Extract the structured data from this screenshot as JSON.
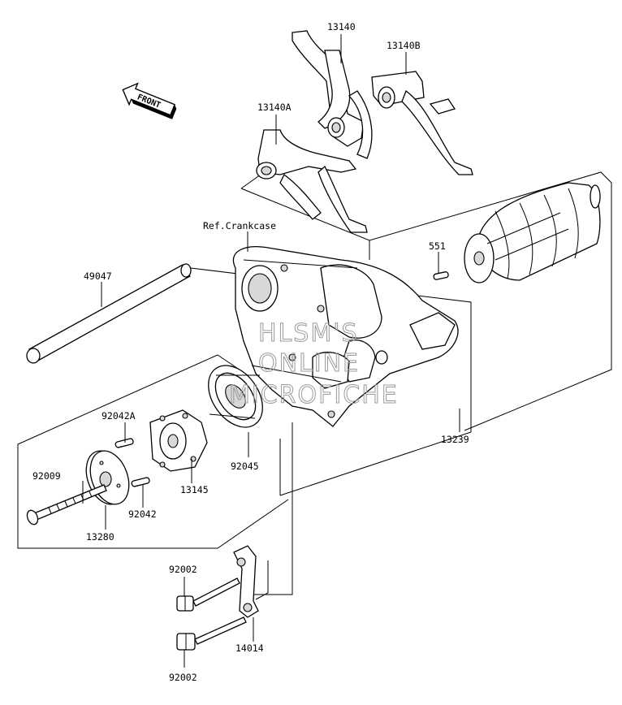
{
  "front_badge": {
    "text": "FRONT"
  },
  "reference": {
    "crankcase": "Ref.Crankcase"
  },
  "labels": {
    "p13140": "13140",
    "p13140B": "13140B",
    "p13140A": "13140A",
    "p551": "551",
    "p49047": "49047",
    "p92042A": "92042A",
    "p92009": "92009",
    "p92045": "92045",
    "p13239": "13239",
    "p13145": "13145",
    "p92042": "92042",
    "p13280": "13280",
    "p92002_top": "92002",
    "p14014": "14014",
    "p92002_bottom": "92002"
  },
  "watermark": {
    "line1": "HLSM'S",
    "line2": "ONLINE",
    "line3": "MICROFICHE"
  },
  "colors": {
    "ink": "#000000",
    "watermark": "#9a9a9a",
    "background": "#ffffff"
  }
}
